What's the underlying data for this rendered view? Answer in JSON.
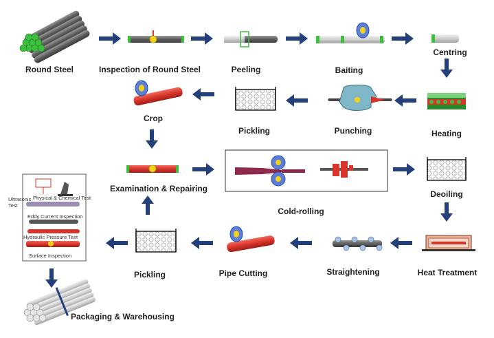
{
  "steps": {
    "round_steel": "Round Steel",
    "inspection_round_steel": "Inspection of Round Steel",
    "peeling": "Peeling",
    "baiting": "Baiting",
    "centring": "Centring",
    "heating": "Heating",
    "punching": "Punching",
    "pickling_top": "Pickling",
    "crop": "Crop",
    "examination_repairing": "Examination & Repairing",
    "cold_rolling": "Cold-rolling",
    "deoiling": "Deoiling",
    "heat_treatment": "Heat Treatment",
    "straightening": "Straightening",
    "pipe_cutting": "Pipe Cutting",
    "pickling_bottom": "Pickling",
    "packaging": "Packaging & Warehousing"
  },
  "inspection_box": {
    "ultrasonic": "Ultrasonic Test",
    "physical_chemical": "Physical & Chemical Test",
    "eddy_current": "Eddy Current Inspection",
    "hydraulic": "Hydraulic Pressure Test",
    "surface": "Surface Inspection"
  },
  "colors": {
    "arrow": "#23407a",
    "pipe_red": "#d9342b",
    "pipe_grey": "#7d7d7d",
    "accent_green": "#3cbf3c",
    "accent_yellow": "#f2d21a",
    "tool_blue": "#5b7fd6"
  }
}
